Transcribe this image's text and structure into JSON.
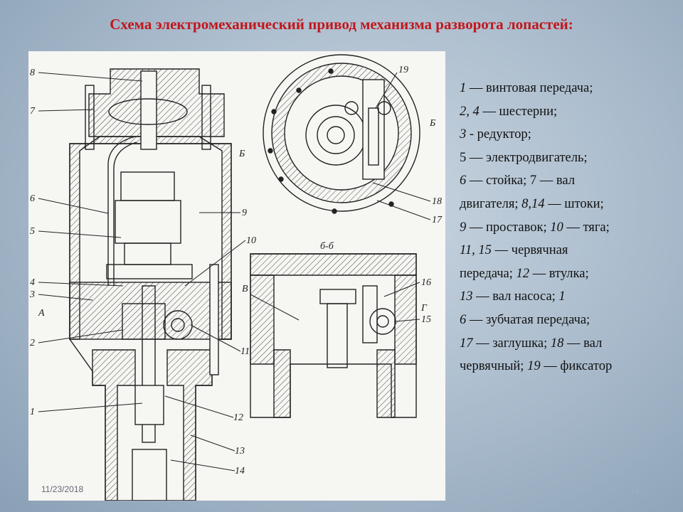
{
  "title": "Схема электромеханический привод механизма разворота лопастей:",
  "legend": [
    {
      "num": "1",
      "text": " — винтовая передача;"
    },
    {
      "num": "2, 4",
      "text": " — шестерни;"
    },
    {
      "num": "3",
      "text": " - редуктор;"
    },
    {
      "num": "",
      "text": "5 — электродвигатель;"
    },
    {
      "num": "6",
      "text": " — стойка; 7 — вал"
    },
    {
      "num": "",
      "text": "двигателя; ",
      "num2": "8,14",
      "text2": " — штоки;"
    },
    {
      "num": "9",
      "text": " — проставок; ",
      "num2": "10",
      "text2": " — тяга;"
    },
    {
      "num": "11, 15",
      "text": " — червячная"
    },
    {
      "num": "",
      "text": "передача; ",
      "num2": "12",
      "text2": " — втулка;"
    },
    {
      "num": "13",
      "text": " — вал насоса; ",
      "num2": "1",
      "text2": ""
    },
    {
      "num": "6",
      "text": " — зубчатая передача;"
    },
    {
      "num": "17",
      "text": " — заглушка; ",
      "num2": "18",
      "text2": " — вал"
    },
    {
      "num": "",
      "text": "червячный; ",
      "num2": "19",
      "text2": " — фиксатор"
    }
  ],
  "drawing": {
    "callouts": [
      "8",
      "7",
      "6",
      "5",
      "4",
      "3",
      "А",
      "2",
      "1",
      "9",
      "10",
      "11",
      "12",
      "13",
      "14",
      "19",
      "Б",
      "Б",
      "18",
      "17",
      "б-б",
      "В",
      "16",
      "Г",
      "15"
    ]
  },
  "footer": {
    "date": "11/23/2018",
    "page": "12"
  }
}
